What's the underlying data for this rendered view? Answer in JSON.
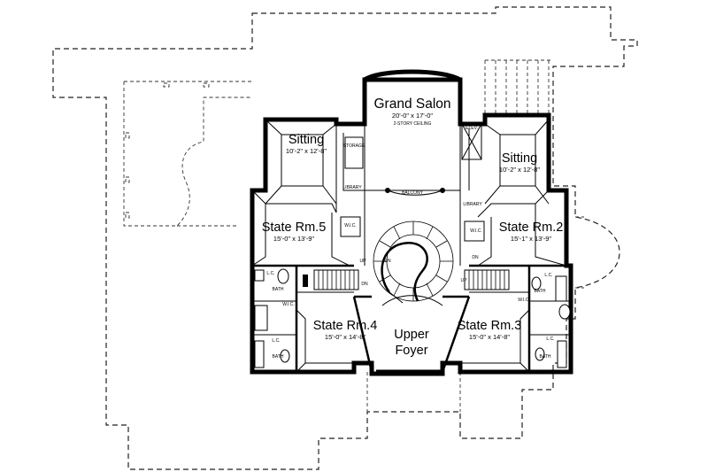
{
  "rooms": {
    "grand_salon": {
      "name": "Grand Salon",
      "dims": "20'-0\" x 17'-0\"",
      "note": "2-STORY CEILING"
    },
    "sitting_left": {
      "name": "Sitting",
      "dims": "10'-2\" x 12'-8\""
    },
    "sitting_right": {
      "name": "Sitting",
      "dims": "10'-2\" x 12'-8\""
    },
    "state_rm_5": {
      "name": "State Rm.5",
      "dims": "15'-0\" x 13'-9\""
    },
    "state_rm_2": {
      "name": "State Rm.2",
      "dims": "15'-1\" x 13'-9\""
    },
    "state_rm_4": {
      "name": "State Rm.4",
      "dims": "15'-0\" x 14'-8\""
    },
    "state_rm_3": {
      "name": "State Rm.3",
      "dims": "15'-0\" x 14'-8\""
    },
    "upper_foyer": {
      "line1": "Upper",
      "line2": "Foyer"
    }
  },
  "labels": {
    "balcony": "BALCONY",
    "library": "LIBRARY",
    "storage": "STORAGE",
    "elev": "ELEV.",
    "wic": "W.I.C.",
    "lc": "L.C.",
    "bath": "BATH",
    "up": "UP",
    "dn": "DN"
  }
}
